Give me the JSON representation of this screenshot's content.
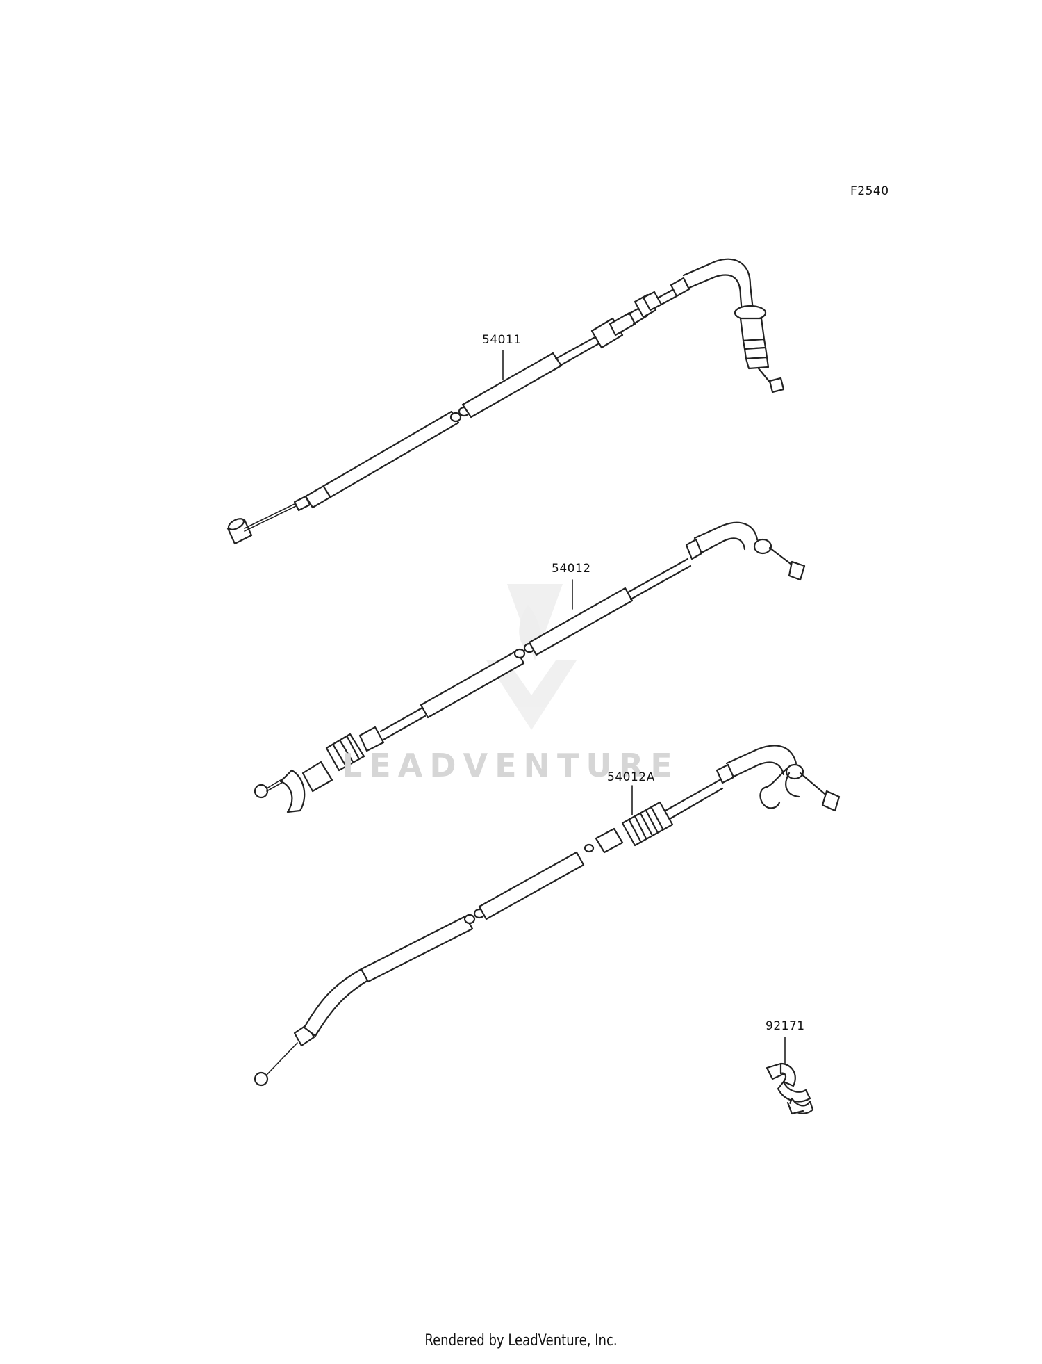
{
  "diagram_code": "F2540",
  "parts": [
    {
      "label": "54011"
    },
    {
      "label": "54012"
    },
    {
      "label": "54012A"
    },
    {
      "label": "92171"
    }
  ],
  "watermark": "LEADVENTURE",
  "footer": "Rendered by LeadVenture, Inc."
}
